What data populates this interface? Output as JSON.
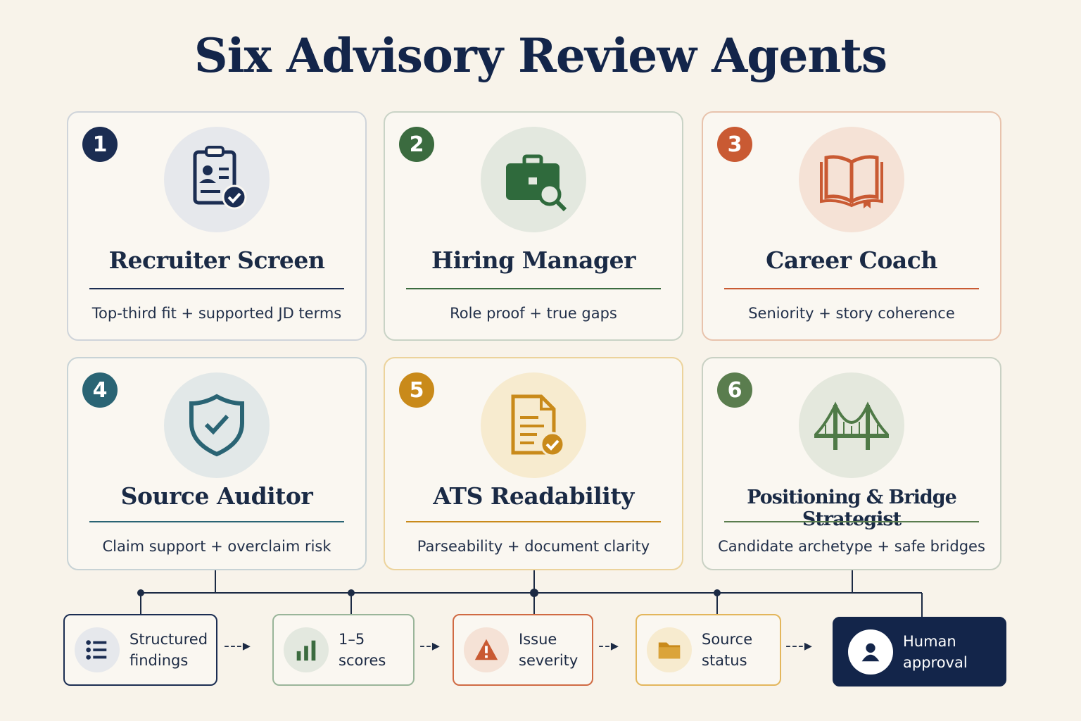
{
  "title": "Six Advisory Review Agents",
  "agents": [
    {
      "num": "1",
      "name": "Recruiter Screen",
      "desc": "Top-third fit + supported JD terms",
      "icon": "clipboard-check-icon",
      "accent": "#1b2d52",
      "border": "#cfd4da",
      "circle": "#e6e8ec"
    },
    {
      "num": "2",
      "name": "Hiring Manager",
      "desc": "Role proof + true gaps",
      "icon": "briefcase-search-icon",
      "accent": "#3b6b3f",
      "border": "#c9d3c6",
      "circle": "#e3e8df"
    },
    {
      "num": "3",
      "name": "Career Coach",
      "desc": "Seniority + story coherence",
      "icon": "open-book-icon",
      "accent": "#c95a33",
      "border": "#e8c3ad",
      "circle": "#f5e2d6"
    },
    {
      "num": "4",
      "name": "Source Auditor",
      "desc": "Claim support + overclaim risk",
      "icon": "shield-check-icon",
      "accent": "#2a6474",
      "border": "#c8d3d6",
      "circle": "#e2e8e8"
    },
    {
      "num": "5",
      "name": "ATS Readability",
      "desc": "Parseability + document clarity",
      "icon": "document-check-icon",
      "accent": "#c98a1a",
      "border": "#ecd39c",
      "circle": "#f7ebcf"
    },
    {
      "num": "6",
      "name": "Positioning & Bridge Strategist",
      "desc": "Candidate archetype + safe bridges",
      "icon": "bridge-icon",
      "accent": "#5a7d4e",
      "border": "#c9d1c4",
      "circle": "#e4e8dd"
    }
  ],
  "pipeline": [
    {
      "line1": "Structured",
      "line2": "findings",
      "icon": "list-icon",
      "accent": "#1b2d52",
      "border": "#1b2d52",
      "circle": "#e6e8ec"
    },
    {
      "line1": "1–5 scores",
      "line2": "",
      "icon": "bar-chart-icon",
      "accent": "#3b6b3f",
      "border": "#9ab59a",
      "circle": "#e3e8df"
    },
    {
      "line1": "Issue",
      "line2": "severity",
      "icon": "warning-icon",
      "accent": "#c95a33",
      "border": "#d06a43",
      "circle": "#f5e2d6"
    },
    {
      "line1": "Source",
      "line2": "status",
      "icon": "folder-icon",
      "accent": "#c98a1a",
      "border": "#e3b65c",
      "circle": "#f7ebcf"
    },
    {
      "line1": "Human",
      "line2": "approval",
      "icon": "user-icon",
      "accent": "#13254a",
      "border": "#13254a",
      "circle": "#ffffff"
    }
  ]
}
